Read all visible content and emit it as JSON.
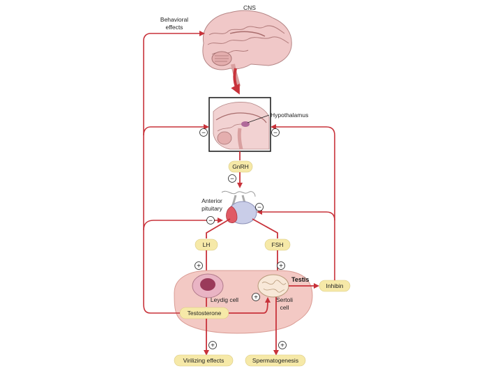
{
  "diagram": {
    "labels": {
      "cns": "CNS",
      "behavioral_line1": "Behavioral",
      "behavioral_line2": "effects",
      "hypothalamus": "Hypothalamus",
      "anterior_line1": "Anterior",
      "anterior_line2": "pituitary",
      "testis": "Testis",
      "leydig": "Leydig cell",
      "sertoli_line1": "Sertoli",
      "sertoli_line2": "cell"
    },
    "hormones": {
      "gnrh": "GnRH",
      "lh": "LH",
      "fsh": "FSH",
      "inhibin": "Inhibin",
      "testosterone": "Testosterone",
      "virilizing": "Virilizing effects",
      "spermatogenesis": "Spermatogenesis"
    },
    "signs": {
      "minus": "−",
      "plus": "+"
    },
    "colors": {
      "arrow": "#c8323a",
      "pill": "#f6e9a8",
      "testis_fill": "#f3c9c4",
      "brain": "#f0c8c8",
      "pituitary": "#c9cde8"
    }
  }
}
